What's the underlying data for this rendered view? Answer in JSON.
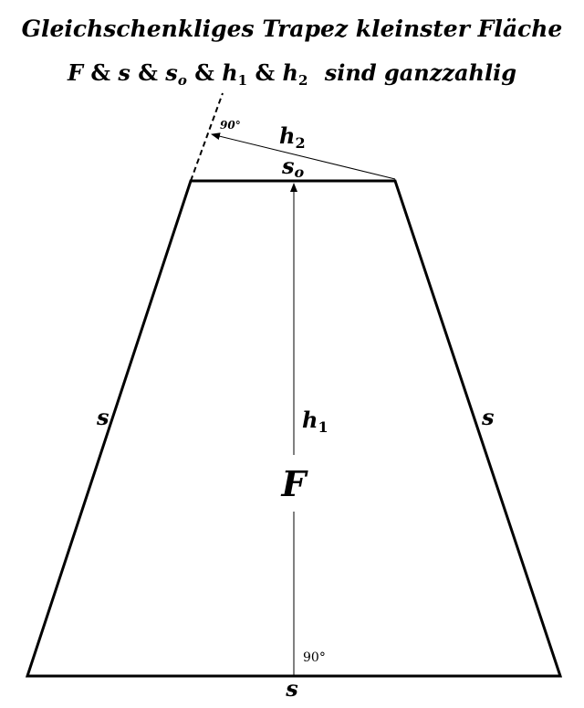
{
  "title_line1": "Gleichschenkliges Trapez kleinster Fläche",
  "title_line2": {
    "F": "F",
    "amp": "&",
    "s": "s",
    "s_o": "s",
    "s_o_sub": "o",
    "h1": "h",
    "h1_sub": "1",
    "h2": "h",
    "h2_sub": "2",
    "rest": "sind ganzzahlig"
  },
  "labels": {
    "side_left": "s",
    "side_right": "s",
    "base": "s",
    "top": "s",
    "top_sub": "o",
    "h1": "h",
    "h1_sub": "1",
    "h2": "h",
    "h2_sub": "2",
    "area": "F",
    "angle_bottom": "90°",
    "angle_top": "90°"
  }
}
